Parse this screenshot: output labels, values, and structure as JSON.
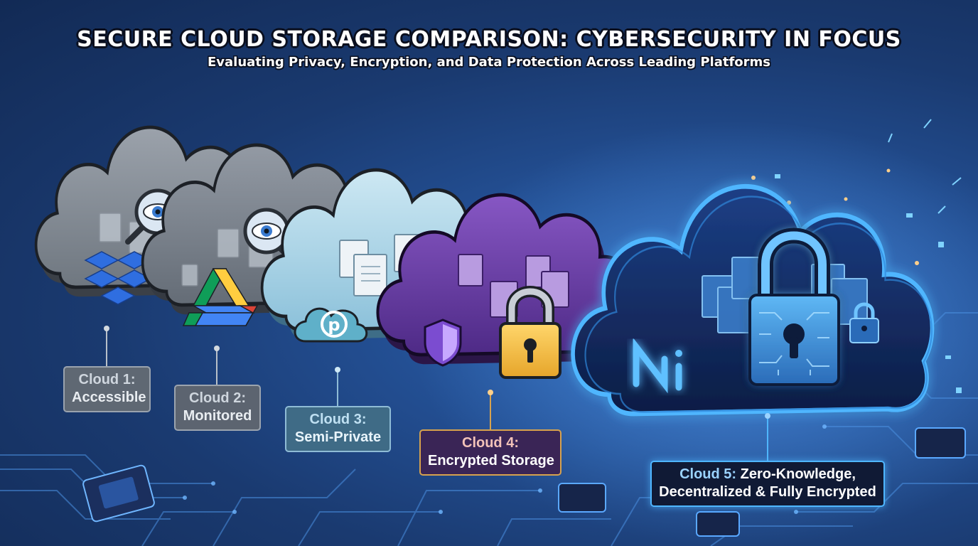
{
  "header": {
    "title": "SECURE CLOUD STORAGE COMPARISON: CYBERSECURITY IN FOCUS",
    "subtitle": "Evaluating Privacy, Encryption, and Data Protection Across Leading Platforms"
  },
  "clouds": [
    {
      "label_line1": "Cloud 1:",
      "label_line2": "Accessible",
      "icon": "dropbox-logo-icon",
      "overlay": "magnifier-eye-icon",
      "color": "#8a919b"
    },
    {
      "label_line1": "Cloud 2:",
      "label_line2": "Monitored",
      "icon": "google-drive-logo-icon",
      "overlay": "magnifier-eye-icon",
      "color": "#7d858f"
    },
    {
      "label_line1": "Cloud 3:",
      "label_line2": "Semi-Private",
      "icon": "pcloud-logo-icon",
      "overlay": "documents-icon",
      "color": "#a9d3e6"
    },
    {
      "label_line1": "Cloud 4:",
      "label_line2": "Encrypted Storage",
      "icon": "shield-logo-icon",
      "overlay": "padlock-icon",
      "color": "#6a3fa0"
    },
    {
      "label_line1": "Cloud 5:",
      "label_line1_rest": "Zero-Knowledge,",
      "label_line2": "Decentralized & Fully Encrypted",
      "icon": "n-logo-icon",
      "overlay": "circuit-padlock-icon",
      "color": "#4fb6ff"
    }
  ],
  "colors": {
    "accent_glow": "#4fb6ff",
    "background": "#1f4585",
    "label_border_cloud4": "#d7a24e"
  }
}
